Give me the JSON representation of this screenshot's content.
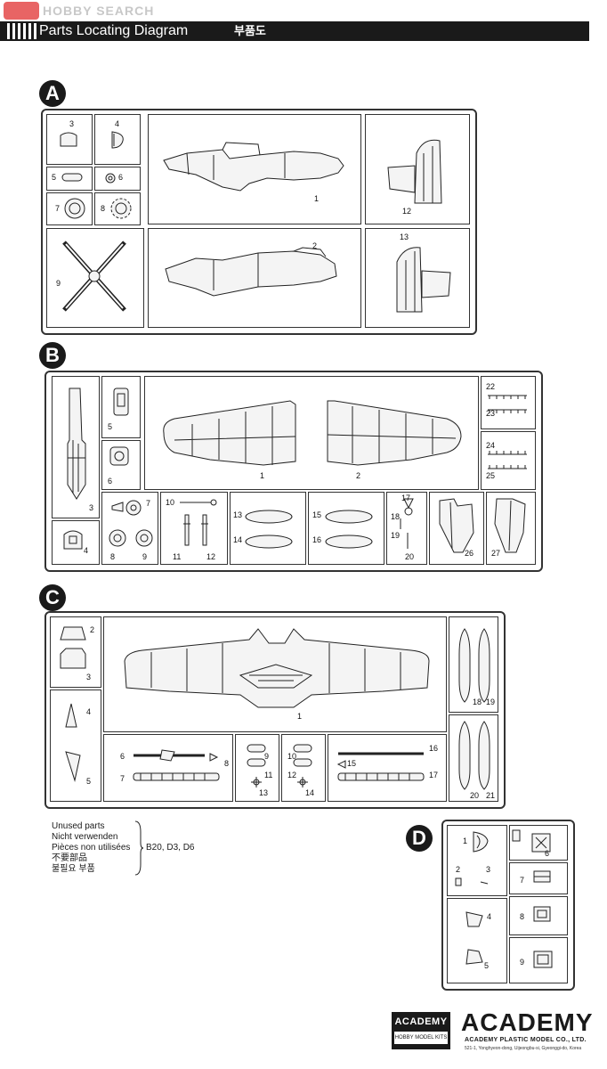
{
  "watermark": "HOBBY SEARCH",
  "header": {
    "title": "Parts Locating Diagram",
    "title_ko": "부품도"
  },
  "sections": {
    "A": "A",
    "B": "B",
    "C": "C",
    "D": "D"
  },
  "parts_A": [
    "3",
    "4",
    "5",
    "6",
    "7",
    "8",
    "1",
    "12",
    "9",
    "2",
    "13"
  ],
  "parts_B": [
    "5",
    "6",
    "1",
    "2",
    "22",
    "23",
    "24",
    "25",
    "3",
    "7",
    "8",
    "9",
    "4",
    "10",
    "11",
    "12",
    "13",
    "14",
    "15",
    "16",
    "17",
    "18",
    "19",
    "20",
    "26",
    "27"
  ],
  "parts_C": [
    "2",
    "3",
    "4",
    "5",
    "1",
    "18",
    "19",
    "6",
    "7",
    "8",
    "9",
    "11",
    "13",
    "10",
    "12",
    "14",
    "16",
    "15",
    "17",
    "20",
    "21"
  ],
  "parts_D": [
    "1",
    "2",
    "3",
    "4",
    "5",
    "6",
    "7",
    "8",
    "9"
  ],
  "unused": {
    "lines": [
      "Unused parts",
      "Nicht verwenden",
      "Pièces non utilisées",
      "不要部品",
      "불필요 부품"
    ],
    "parts": "B20, D3, D6"
  },
  "footer": {
    "logo_small": "ACADEMY",
    "logo_small_sub": "HOBBY MODEL KITS",
    "logo_big": "ACADEMY",
    "company": "ACADEMY PLASTIC MODEL CO., LTD.",
    "address": "521-1, Yonghyeon-dong, Uijeongbu-si, Gyeonggi-do, Korea"
  }
}
